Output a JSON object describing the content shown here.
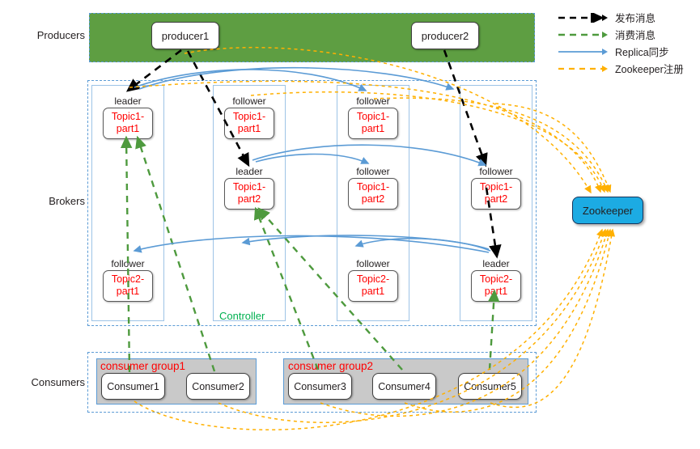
{
  "rows": {
    "producers_label": "Producers",
    "brokers_label": "Brokers",
    "consumers_label": "Consumers"
  },
  "producers": {
    "items": [
      {
        "name": "producer1"
      },
      {
        "name": "producer2"
      }
    ]
  },
  "brokers": {
    "controller_label": "Controller",
    "columns": [
      {
        "id": "broker1",
        "partitions": [
          {
            "role": "leader",
            "topic": "Topic1-",
            "partition": "part1",
            "row": 1
          },
          {
            "role": "follower",
            "topic": "Topic2-",
            "partition": "part1",
            "row": 3
          }
        ]
      },
      {
        "id": "broker2",
        "partitions": [
          {
            "role": "follower",
            "topic": "Topic1-",
            "partition": "part1",
            "row": 1
          },
          {
            "role": "leader",
            "topic": "Topic1-",
            "partition": "part2",
            "row": 2
          }
        ]
      },
      {
        "id": "broker3",
        "partitions": [
          {
            "role": "follower",
            "topic": "Topic1-",
            "partition": "part1",
            "row": 1
          },
          {
            "role": "follower",
            "topic": "Topic1-",
            "partition": "part2",
            "row": 2
          },
          {
            "role": "follower",
            "topic": "Topic2-",
            "partition": "part1",
            "row": 3
          }
        ]
      },
      {
        "id": "broker4",
        "partitions": [
          {
            "role": "follower",
            "topic": "Topic1-",
            "partition": "part2",
            "row": 2
          },
          {
            "role": "leader",
            "topic": "Topic2-",
            "partition": "part1",
            "row": 3
          }
        ]
      }
    ]
  },
  "consumers": {
    "groups": [
      {
        "title": "consumer group1",
        "members": [
          "Consumer1",
          "Consumer2"
        ]
      },
      {
        "title": "consumer group2",
        "members": [
          "Consumer3",
          "Consumer4",
          "Consumer5"
        ]
      }
    ]
  },
  "zookeeper": {
    "label": "Zookeeper"
  },
  "legend": {
    "items": [
      {
        "label": "发布消息",
        "color": "#000000",
        "style": "dashed"
      },
      {
        "label": "消费消息",
        "color": "#4e9a3e",
        "style": "dashed"
      },
      {
        "label": "Replica同步",
        "color": "#5b9bd5",
        "style": "solid"
      },
      {
        "label": "Zookeeper注册",
        "color": "#ffb000",
        "style": "dashed"
      }
    ]
  },
  "colors": {
    "producer_band": "#5e9e42",
    "group_fill": "#c9c9c9",
    "zk_fill": "#1cabe3",
    "partition_text": "#ff0000",
    "controller_text": "#00b050",
    "zone_border": "#5b9bd5"
  }
}
